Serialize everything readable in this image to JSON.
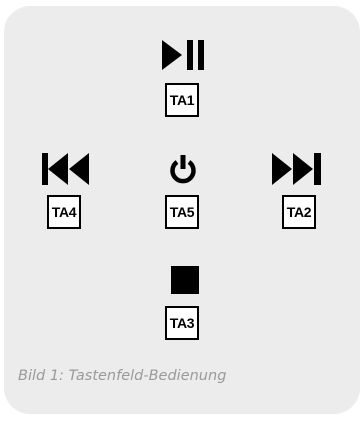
{
  "caption": "Bild 1: Tastenfeld-Bedienung",
  "keys": [
    {
      "id": "TA1",
      "label": "TA1",
      "icon": "play-pause-icon"
    },
    {
      "id": "TA2",
      "label": "TA2",
      "icon": "skip-forward-icon"
    },
    {
      "id": "TA3",
      "label": "TA3",
      "icon": "stop-icon"
    },
    {
      "id": "TA4",
      "label": "TA4",
      "icon": "skip-back-icon"
    },
    {
      "id": "TA5",
      "label": "TA5",
      "icon": "power-icon"
    }
  ]
}
